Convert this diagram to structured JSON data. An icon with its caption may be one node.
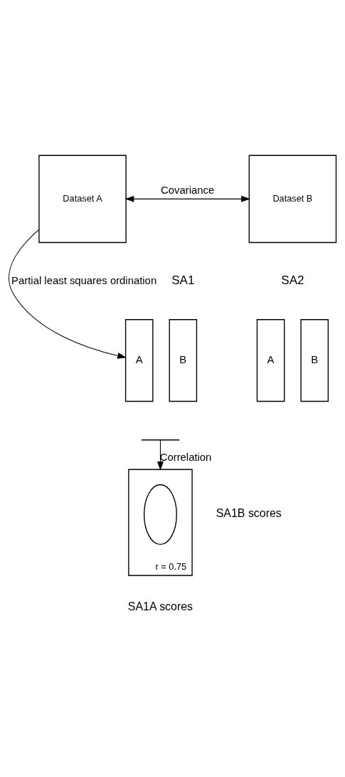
{
  "diagram": {
    "nodes": [
      {
        "text": [
          "Dataset A"
        ]
      },
      {
        "text": [
          "Dataset B"
        ]
      },
      {
        "text": [
          "A"
        ]
      },
      {
        "text": [
          "B"
        ]
      },
      {
        "text": [
          "A"
        ]
      },
      {
        "text": [
          "B"
        ]
      },
      {
        "text": [],
        "shape": "bracket"
      },
      {
        "text": [
          "r = 0.75"
        ],
        "beside": [
          "SA1B scores",
          "SA1A scores"
        ]
      },
      {
        "text": [],
        "shape": "ellipse",
        "in": 7
      }
    ],
    "edges": [
      {
        "from": 0,
        "to": 1,
        "arrow": "both",
        "label": "Covariance"
      },
      {
        "from": 0,
        "to": 2,
        "arrow": "to",
        "label": "Partial least squares ordination"
      },
      {
        "from": 6,
        "to": 7,
        "arrow": "to",
        "label": "Correlation"
      }
    ],
    "labels": [
      "SA1",
      "SA2"
    ]
  }
}
